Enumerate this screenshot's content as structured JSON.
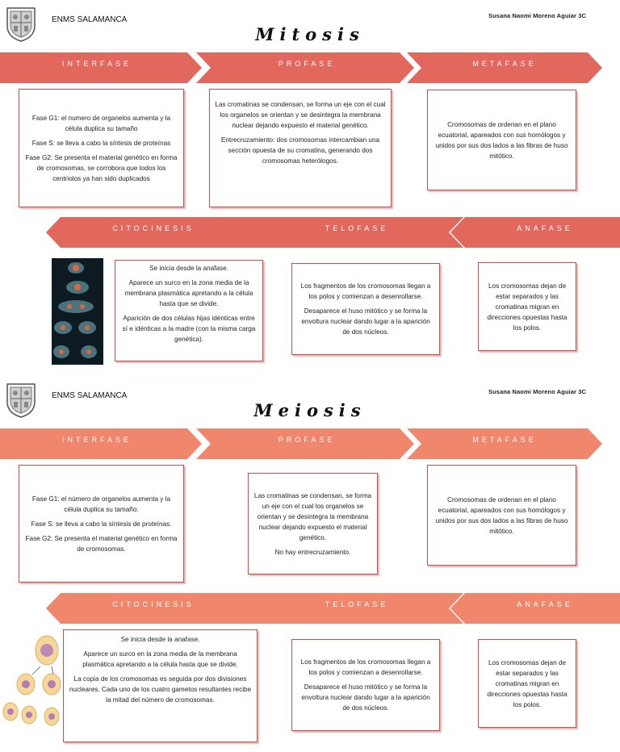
{
  "mitosis": {
    "school": "ENMS SALAMANCA",
    "author": "Susana Naomi Moreno Aguiar 3C",
    "title": "Mitosis",
    "stages_top": [
      "Interfase",
      "Profase",
      "Metafase"
    ],
    "stages_bottom": [
      "Citocinesis",
      "Telofase",
      "Anafase"
    ],
    "interfase": [
      "Fase G1: el numero de organelos aumenta y la célula duplica su tamaño",
      "Fase S: se lleva a cabo la síntesis de proteínas",
      "Fase G2:  Se presenta el material genético en forma de cromosomas, se corrobora que todos los centriolos ya han sido duplicados"
    ],
    "profase": [
      "Las cromatinas se condensan, se forma un eje con el cual los organelos se orientan y se desintegra la membrana nuclear dejando expuesto el material genético.",
      "Entrecruzamiento: dos cromosomas intercambian una sección opuesta de su cromatina, generando dos cromosomas heterólogos."
    ],
    "metafase": [
      "Cromosomas de ordenan en el plano ecuatorial, apareados con sus homólogos y unidos por sus dos lados a las fibras de huso mitótico."
    ],
    "citocinesis": [
      "Se inicia desde la anafase.",
      "Aparece un surco en la zona media de la membrana plasmática apretando a la célula hasta que se divide.",
      "Aparición de dos células hijas idénticas entre sí e idénticas a la madre (con la misma carga genética)."
    ],
    "telofase": [
      "Los fragmentos de los cromosomas llegan a los polos y comienzan a desenrollarse.",
      "Desaparece el huso mitótico y se forma la envoltura nuclear dando lugar a la aparición de dos núcleos."
    ],
    "anafase": [
      "Los cromosomas dejan de estar separados y las cromatinas migran en direcciones opuestas hasta los polos."
    ]
  },
  "meiosis": {
    "school": "ENMS SALAMANCA",
    "author": "Susana Naomi Moreno Aguiar 3C",
    "title": "Meiosis",
    "stages_top": [
      "Interfase",
      "Profase",
      "Metafase"
    ],
    "stages_bottom": [
      "Citocinesis",
      "Telofase",
      "Anafase"
    ],
    "interfase": [
      "Fase G1: el número de organelos aumenta y la célula duplica su tamaño.",
      "Fase S: se lleva a cabo la síntesis de proteínas.",
      "Fase G2:  Se presenta el material genético en forma de cromosomas."
    ],
    "profase": [
      "Las cromatinas se condensan, se forma un eje con el cual los organelos se orientan y se desintegra la membrana nuclear dejando expuesto el material genético.",
      "No hay entrecruzamiento."
    ],
    "metafase": [
      "Cromosomas de ordenan en el plano ecuatorial, apareados con sus homólogos y unidos por sus dos lados a las fibras de huso mitótico."
    ],
    "citocinesis": [
      "Se inicia desde la anafase.",
      "Aparece un surco en la zona media de la membrana plasmática apretando a la célula hasta que se divide.",
      "La copia de los cromosomas es seguida por dos divisiones nucleares. Cada uno de los cuatro gametos resultantes recibe la mitad del número de cromosomas."
    ],
    "telofase": [
      "Los fragmentos de los cromosomas llegan a los polos y comienzan a desenrollarse.",
      "Desaparece el huso mitótico y se forma la envoltura nuclear dando lugar a la aparición de dos núcleos."
    ],
    "anafase": [
      "Los cromosomas dejan de estar separados y las cromatinas migran en direcciones opuestas hasta los polos."
    ]
  },
  "colors": {
    "mitosis_arrow": "#e2675d",
    "meiosis_arrow": "#f0876d",
    "box_border": "#d54b47"
  }
}
